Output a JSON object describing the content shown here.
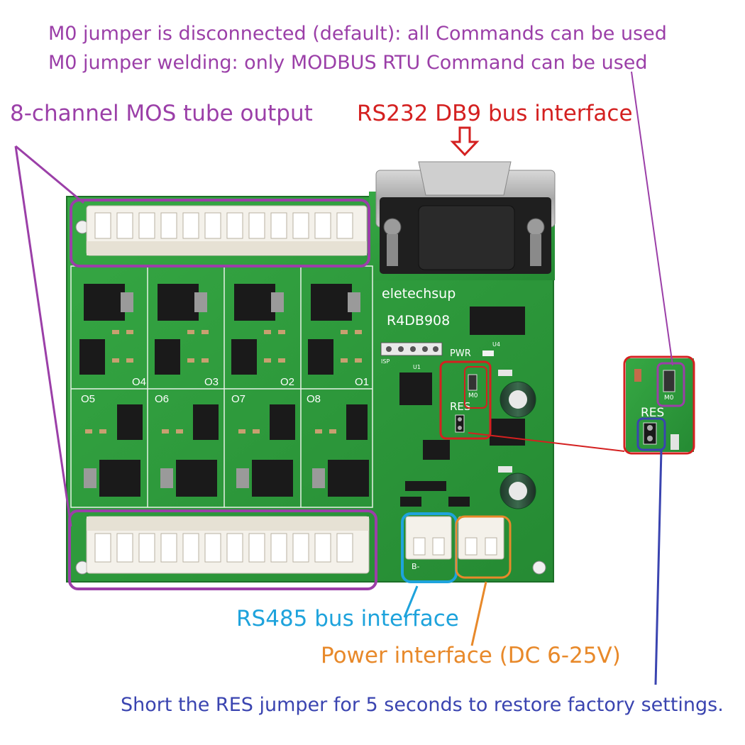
{
  "annotations": {
    "m0_line1": "M0 jumper is disconnected (default): all Commands can be used",
    "m0_line2": "M0 jumper welding: only MODBUS RTU Command can be used",
    "mos_output": "8-channel MOS tube output",
    "rs232": "RS232 DB9 bus interface",
    "rs485": "RS485 bus interface",
    "power": "Power interface  (DC 6-25V)",
    "res_note": "Short the RES jumper for 5 seconds to restore factory settings."
  },
  "board": {
    "brand": "eletechsup",
    "model": "R4DB908",
    "pwr": "PWR",
    "isp": "ISP",
    "res": "RES",
    "m0": "M0",
    "u1": "U1",
    "u4": "U4",
    "b_minus": "B-",
    "channels": [
      "O1",
      "O2",
      "O3",
      "O4",
      "O5",
      "O6",
      "O7",
      "O8"
    ]
  },
  "colors": {
    "purple": "#9b3fa8",
    "red": "#d42020",
    "blue": "#1ea3dc",
    "orange": "#e8892a",
    "navy": "#3a44b0",
    "board_green": "#2e9a3c"
  }
}
